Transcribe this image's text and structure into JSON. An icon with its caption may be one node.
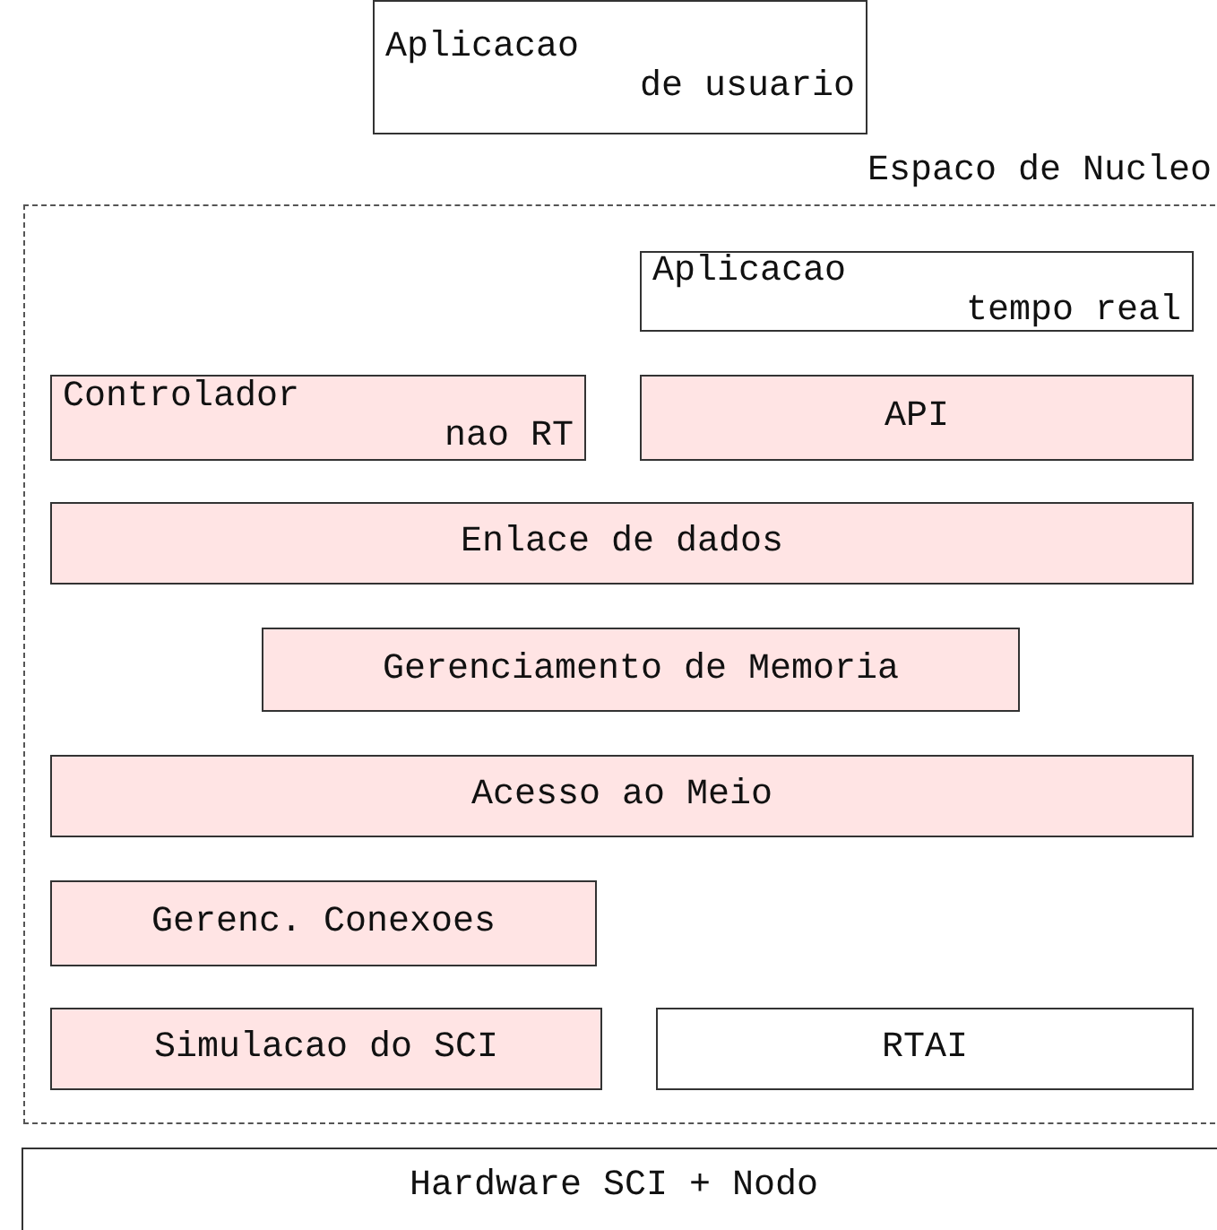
{
  "diagram": {
    "nodes": [
      {
        "text": [
          "Aplicacao",
          "de usuario"
        ]
      },
      {
        "text": [
          "Espaco de Nucleo"
        ]
      },
      {
        "text": [
          "Aplicacao",
          "tempo real"
        ],
        "in": 1
      },
      {
        "text": [
          "Controlador",
          "nao RT"
        ],
        "in": 1
      },
      {
        "text": [
          "API"
        ],
        "in": 1
      },
      {
        "text": [
          "Enlace de dados"
        ],
        "in": 1
      },
      {
        "text": [
          "Gerenciamento de Memoria"
        ],
        "in": 1
      },
      {
        "text": [
          "Acesso ao Meio"
        ],
        "in": 1
      },
      {
        "text": [
          "Gerenc. Conexoes"
        ],
        "in": 1
      },
      {
        "text": [
          "Simulacao do SCI"
        ],
        "in": 1
      },
      {
        "text": [
          "RTAI"
        ],
        "in": 1
      },
      {
        "text": [
          "Hardware SCI + Nodo"
        ]
      }
    ]
  }
}
